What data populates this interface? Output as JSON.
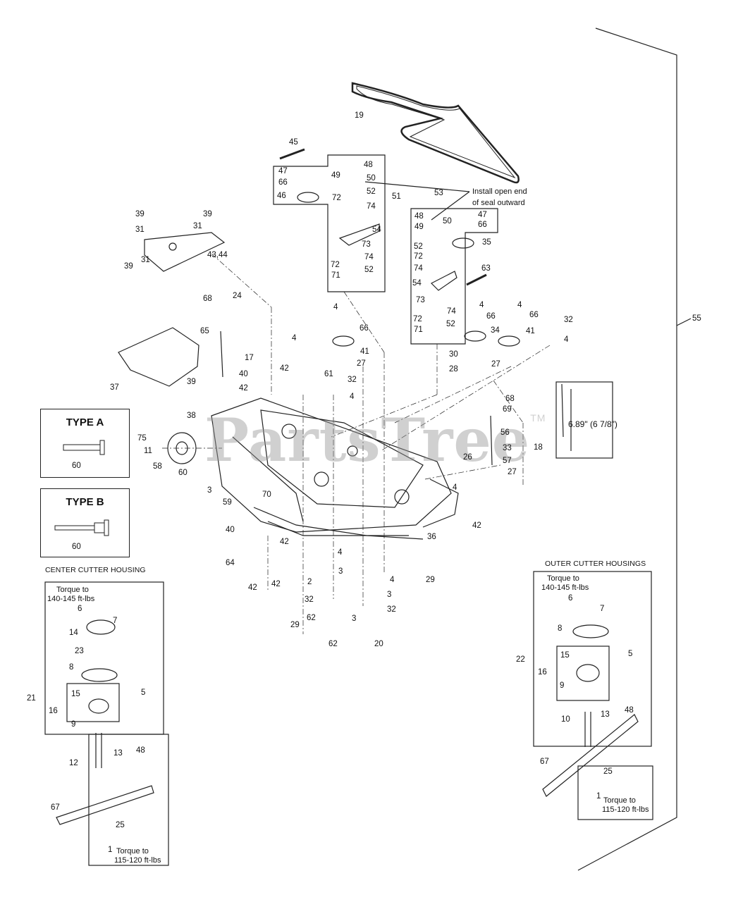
{
  "watermark": {
    "text": "PartsTree",
    "mark": "TM"
  },
  "type_a": {
    "title": "TYPE A",
    "part": "60"
  },
  "type_b": {
    "title": "TYPE B",
    "part": "60"
  },
  "dimension_note": "6.89\" (6 7/8\")",
  "seal_note_line1": "Install open end",
  "seal_note_line2": "of seal outward",
  "center_housing": {
    "heading": "CENTER CUTTER HOUSING",
    "torque_top_1": "Torque to",
    "torque_top_2": "140-145 ft-lbs",
    "torque_bottom_1": "Torque to",
    "torque_bottom_2": "115-120 ft-lbs"
  },
  "outer_housing": {
    "heading": "OUTER CUTTER HOUSINGS",
    "torque_top_1": "Torque to",
    "torque_top_2": "140-145 ft-lbs",
    "torque_bottom_1": "Torque to",
    "torque_bottom_2": "115-120 ft-lbs"
  },
  "callouts": {
    "c19": "19",
    "c45": "45",
    "c47a": "47",
    "c48a": "48",
    "c49a": "49",
    "c50a": "50",
    "c66a": "66",
    "c46": "46",
    "c72a": "72",
    "c52a": "52",
    "c74a": "74",
    "c51": "51",
    "c54a": "54",
    "c73a": "73",
    "c74b": "74",
    "c72b": "72",
    "c52b": "52",
    "c71a": "71",
    "c53": "53",
    "c48b": "48",
    "c50b": "50",
    "c47b": "47",
    "c49b": "49",
    "c66b": "66",
    "c35": "35",
    "c52c": "52",
    "c72c": "72",
    "c74c": "74",
    "c63": "63",
    "c54b": "54",
    "c73b": "73",
    "c74d": "74",
    "c72d": "72",
    "c52d": "52",
    "c71b": "71",
    "c39a": "39",
    "c39b": "39",
    "c31a": "31",
    "c31b": "31",
    "c4344": "43,44",
    "c31c": "31",
    "c39c": "39",
    "c68a": "68",
    "c24": "24",
    "c65": "65",
    "c37": "37",
    "c39d": "39",
    "c17": "17",
    "c42a": "42",
    "c40a": "40",
    "c42b": "42",
    "c4a": "4",
    "c61": "61",
    "c4b": "4",
    "c66c": "66",
    "c41a": "41",
    "c27a": "27",
    "c32a": "32",
    "c4c": "4",
    "c4d": "4",
    "c66d": "66",
    "c4e": "4",
    "c66e": "66",
    "c32b": "32",
    "c34": "34",
    "c41b": "41",
    "c4f": "4",
    "c30": "30",
    "c28": "28",
    "c27b": "27",
    "c68b": "68",
    "c69": "69",
    "c56": "56",
    "c18": "18",
    "c33": "33",
    "c26": "26",
    "c57": "57",
    "c27c": "27",
    "c38": "38",
    "c75": "75",
    "c11": "11",
    "c58": "58",
    "c60": "60",
    "c3a": "3",
    "c59": "59",
    "c70": "70",
    "c4g": "4",
    "c42c": "42",
    "c40b": "40",
    "c42d": "42",
    "c36": "36",
    "c64": "64",
    "c42e": "42",
    "c42f": "42",
    "c2": "2",
    "c4h": "4",
    "c3b": "3",
    "c32c": "32",
    "c62a": "62",
    "c4i": "4",
    "c29a": "29",
    "c3c": "3",
    "c32d": "32",
    "c29b": "29",
    "c3d": "3",
    "c62b": "62",
    "c20": "20",
    "c55": "55",
    "h6": "6",
    "h7": "7",
    "h14": "14",
    "h23": "23",
    "h8": "8",
    "h5": "5",
    "h21": "21",
    "h16": "16",
    "h15": "15",
    "h9": "9",
    "h48": "48",
    "h13": "13",
    "h12": "12",
    "h67": "67",
    "h25": "25",
    "h1": "1",
    "o6": "6",
    "o7": "7",
    "o8": "8",
    "o22": "22",
    "o16": "16",
    "o15": "15",
    "o5": "5",
    "o9": "9",
    "o48": "48",
    "o10": "10",
    "o13": "13",
    "o67": "67",
    "o25": "25",
    "o1": "1"
  }
}
